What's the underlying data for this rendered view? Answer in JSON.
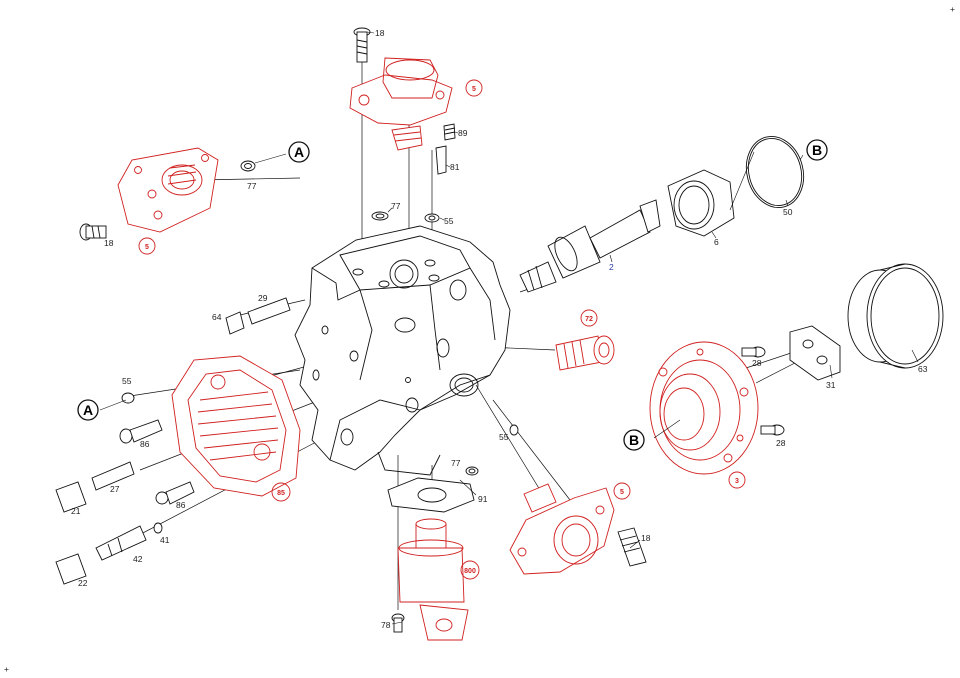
{
  "colors": {
    "line": "#111111",
    "highlight": "#d0201f",
    "callout_blue": "#2a3aa0"
  },
  "labels": {
    "l18a": "18",
    "l18b": "18",
    "l18c": "18",
    "l77a": "77",
    "l77b": "77",
    "l77c": "77",
    "l78": "78",
    "l89": "89",
    "l81": "81",
    "l55a": "55",
    "l55b": "55",
    "l55c": "55",
    "l50": "50",
    "l6": "6",
    "l2": "2",
    "l29": "29",
    "l64": "64",
    "l86a": "86",
    "l86b": "86",
    "l27": "27",
    "l21": "21",
    "l41": "41",
    "l42": "42",
    "l22": "22",
    "l91": "91",
    "l28a": "28",
    "l28b": "28",
    "l31": "31",
    "l63": "63"
  },
  "refs": {
    "r5a": "5",
    "r5b": "5",
    "r5c": "5",
    "r72": "72",
    "r85": "85",
    "r800": "800",
    "r3": "3"
  },
  "letters": {
    "a1": "A",
    "a2": "A",
    "b1": "B",
    "b2": "B"
  },
  "marks": {
    "corner_tr": "+",
    "corner_bl": "+"
  }
}
